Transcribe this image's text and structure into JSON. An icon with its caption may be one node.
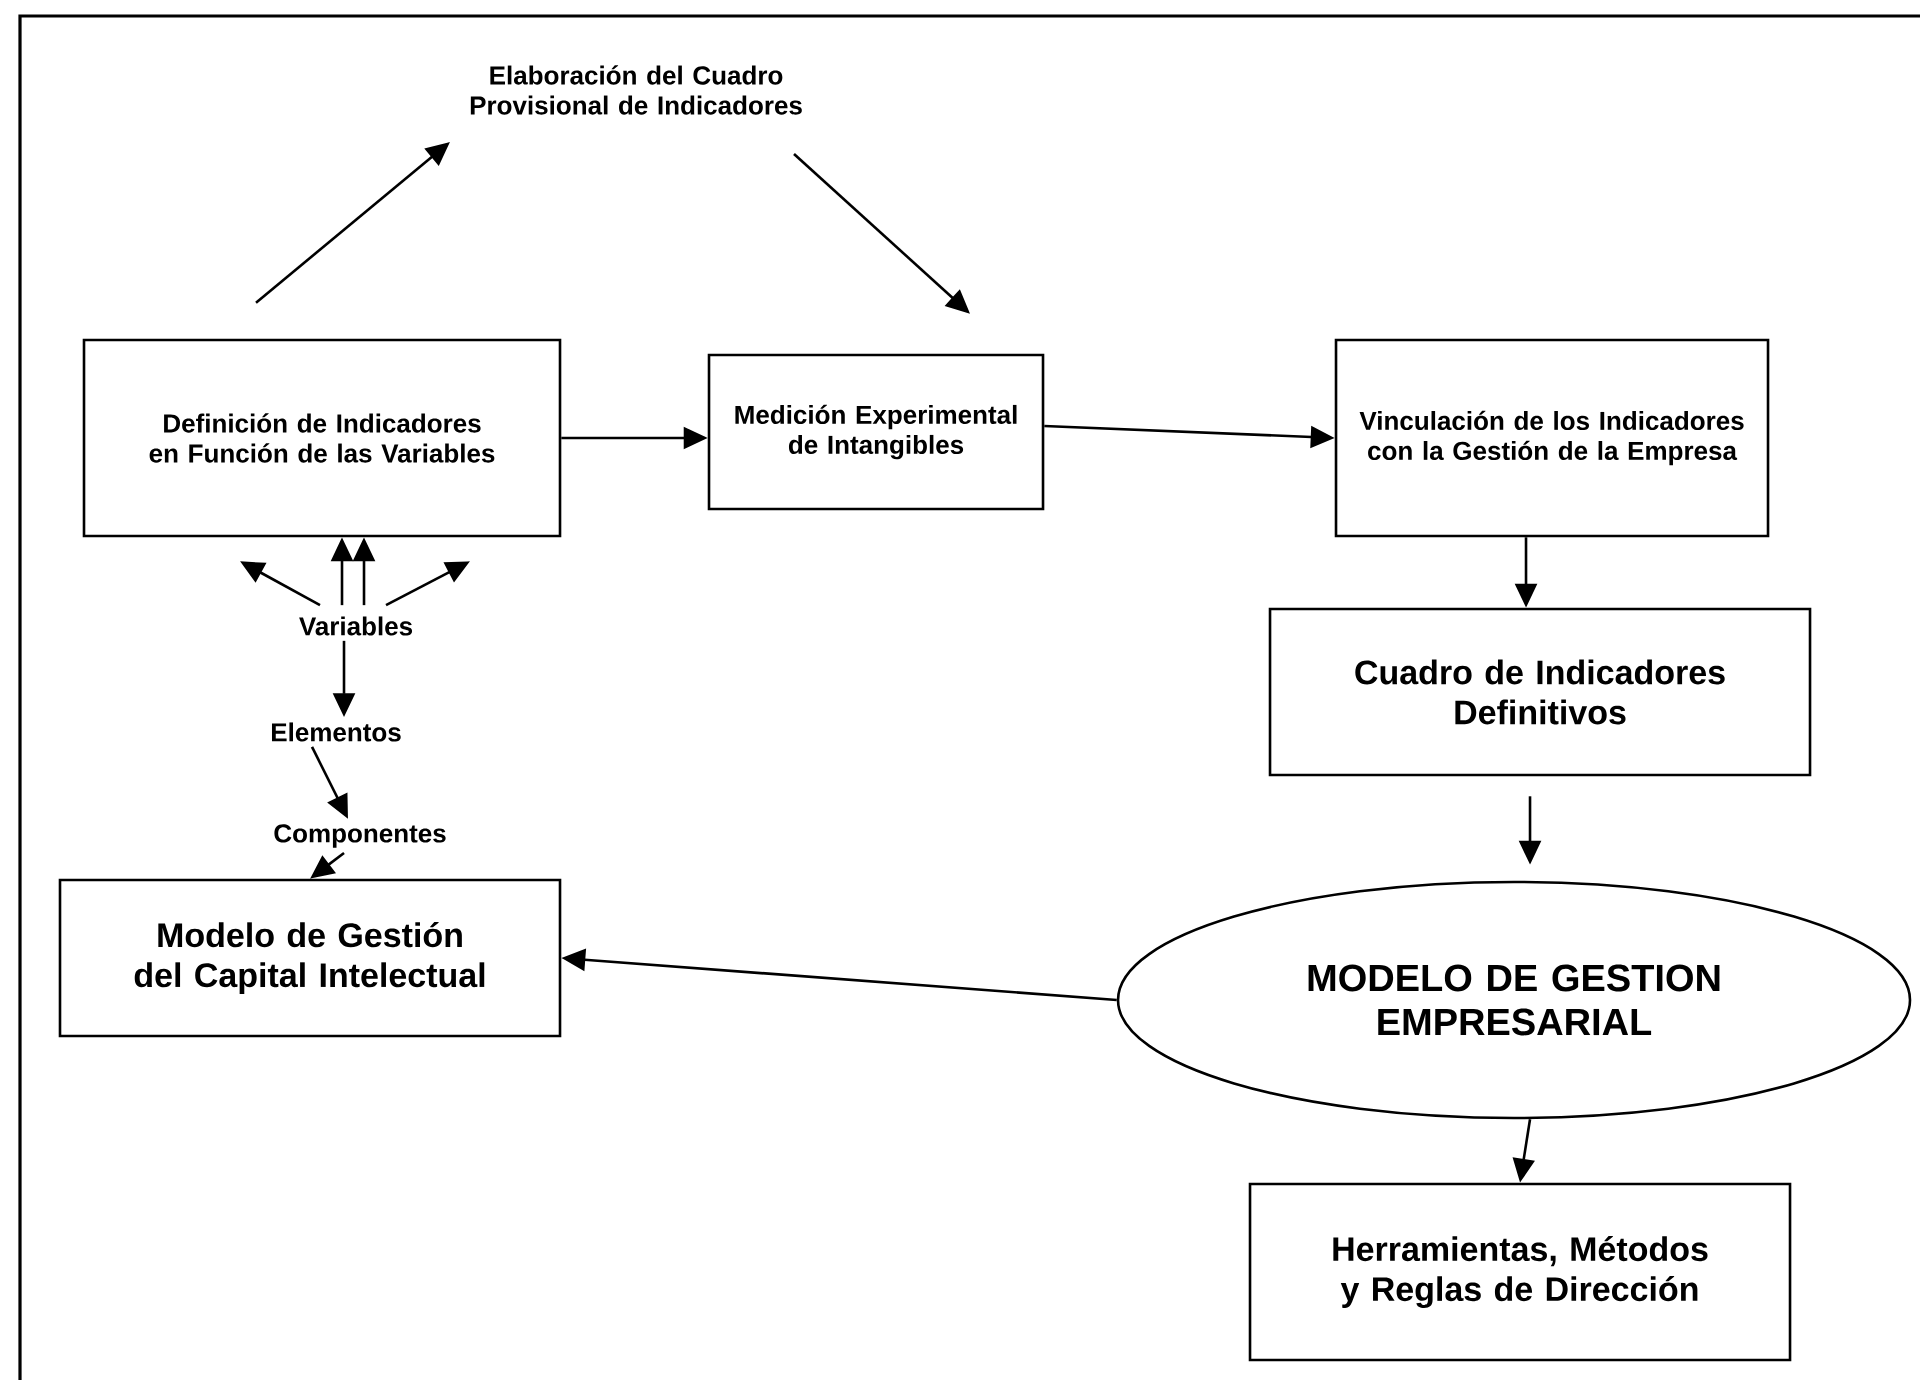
{
  "diagram": {
    "nodes": [
      {
        "text": [
          "Elaboración del Cuadro Provisional de Indicadores"
        ]
      },
      {
        "text": [
          "Definición de Indicadores en Función de las Variables"
        ]
      },
      {
        "text": [
          "Medición Experimental de Intangibles"
        ]
      },
      {
        "text": [
          "Vinculación de los Indicadores con la Gestión de la Empresa"
        ]
      },
      {
        "text": [
          "Cuadro de Indicadores Definitivos"
        ]
      },
      {
        "text": [
          "Variables"
        ]
      },
      {
        "text": [
          "Elementos"
        ]
      },
      {
        "text": [
          "Componentes"
        ]
      },
      {
        "text": [
          "Modelo de Gestión del Capital Intelectual"
        ]
      },
      {
        "text": [
          "MODELO DE GESTION EMPRESARIAL"
        ]
      },
      {
        "text": [
          "Herramientas, Métodos y Reglas de Dirección"
        ]
      }
    ],
    "edges": [
      {
        "from": 1,
        "to": 0,
        "arrow": "to"
      },
      {
        "from": 0,
        "to": 2,
        "arrow": "to"
      },
      {
        "from": 1,
        "to": 2,
        "arrow": "to"
      },
      {
        "from": 2,
        "to": 3,
        "arrow": "to"
      },
      {
        "from": 3,
        "to": 4,
        "arrow": "to"
      },
      {
        "from": 4,
        "to": 9,
        "arrow": "to"
      },
      {
        "from": 9,
        "to": 10,
        "arrow": "to"
      },
      {
        "from": 9,
        "to": 8,
        "arrow": "to"
      },
      {
        "from": 5,
        "to": 1,
        "arrow": "to"
      },
      {
        "from": 5,
        "to": 1,
        "arrow": "to"
      },
      {
        "from": 5,
        "to": 1,
        "arrow": "to"
      },
      {
        "from": 5,
        "to": 1,
        "arrow": "to"
      },
      {
        "from": 5,
        "to": 6,
        "arrow": "to"
      },
      {
        "from": 6,
        "to": 7,
        "arrow": "to"
      },
      {
        "from": 7,
        "to": 8,
        "arrow": "to"
      }
    ]
  }
}
